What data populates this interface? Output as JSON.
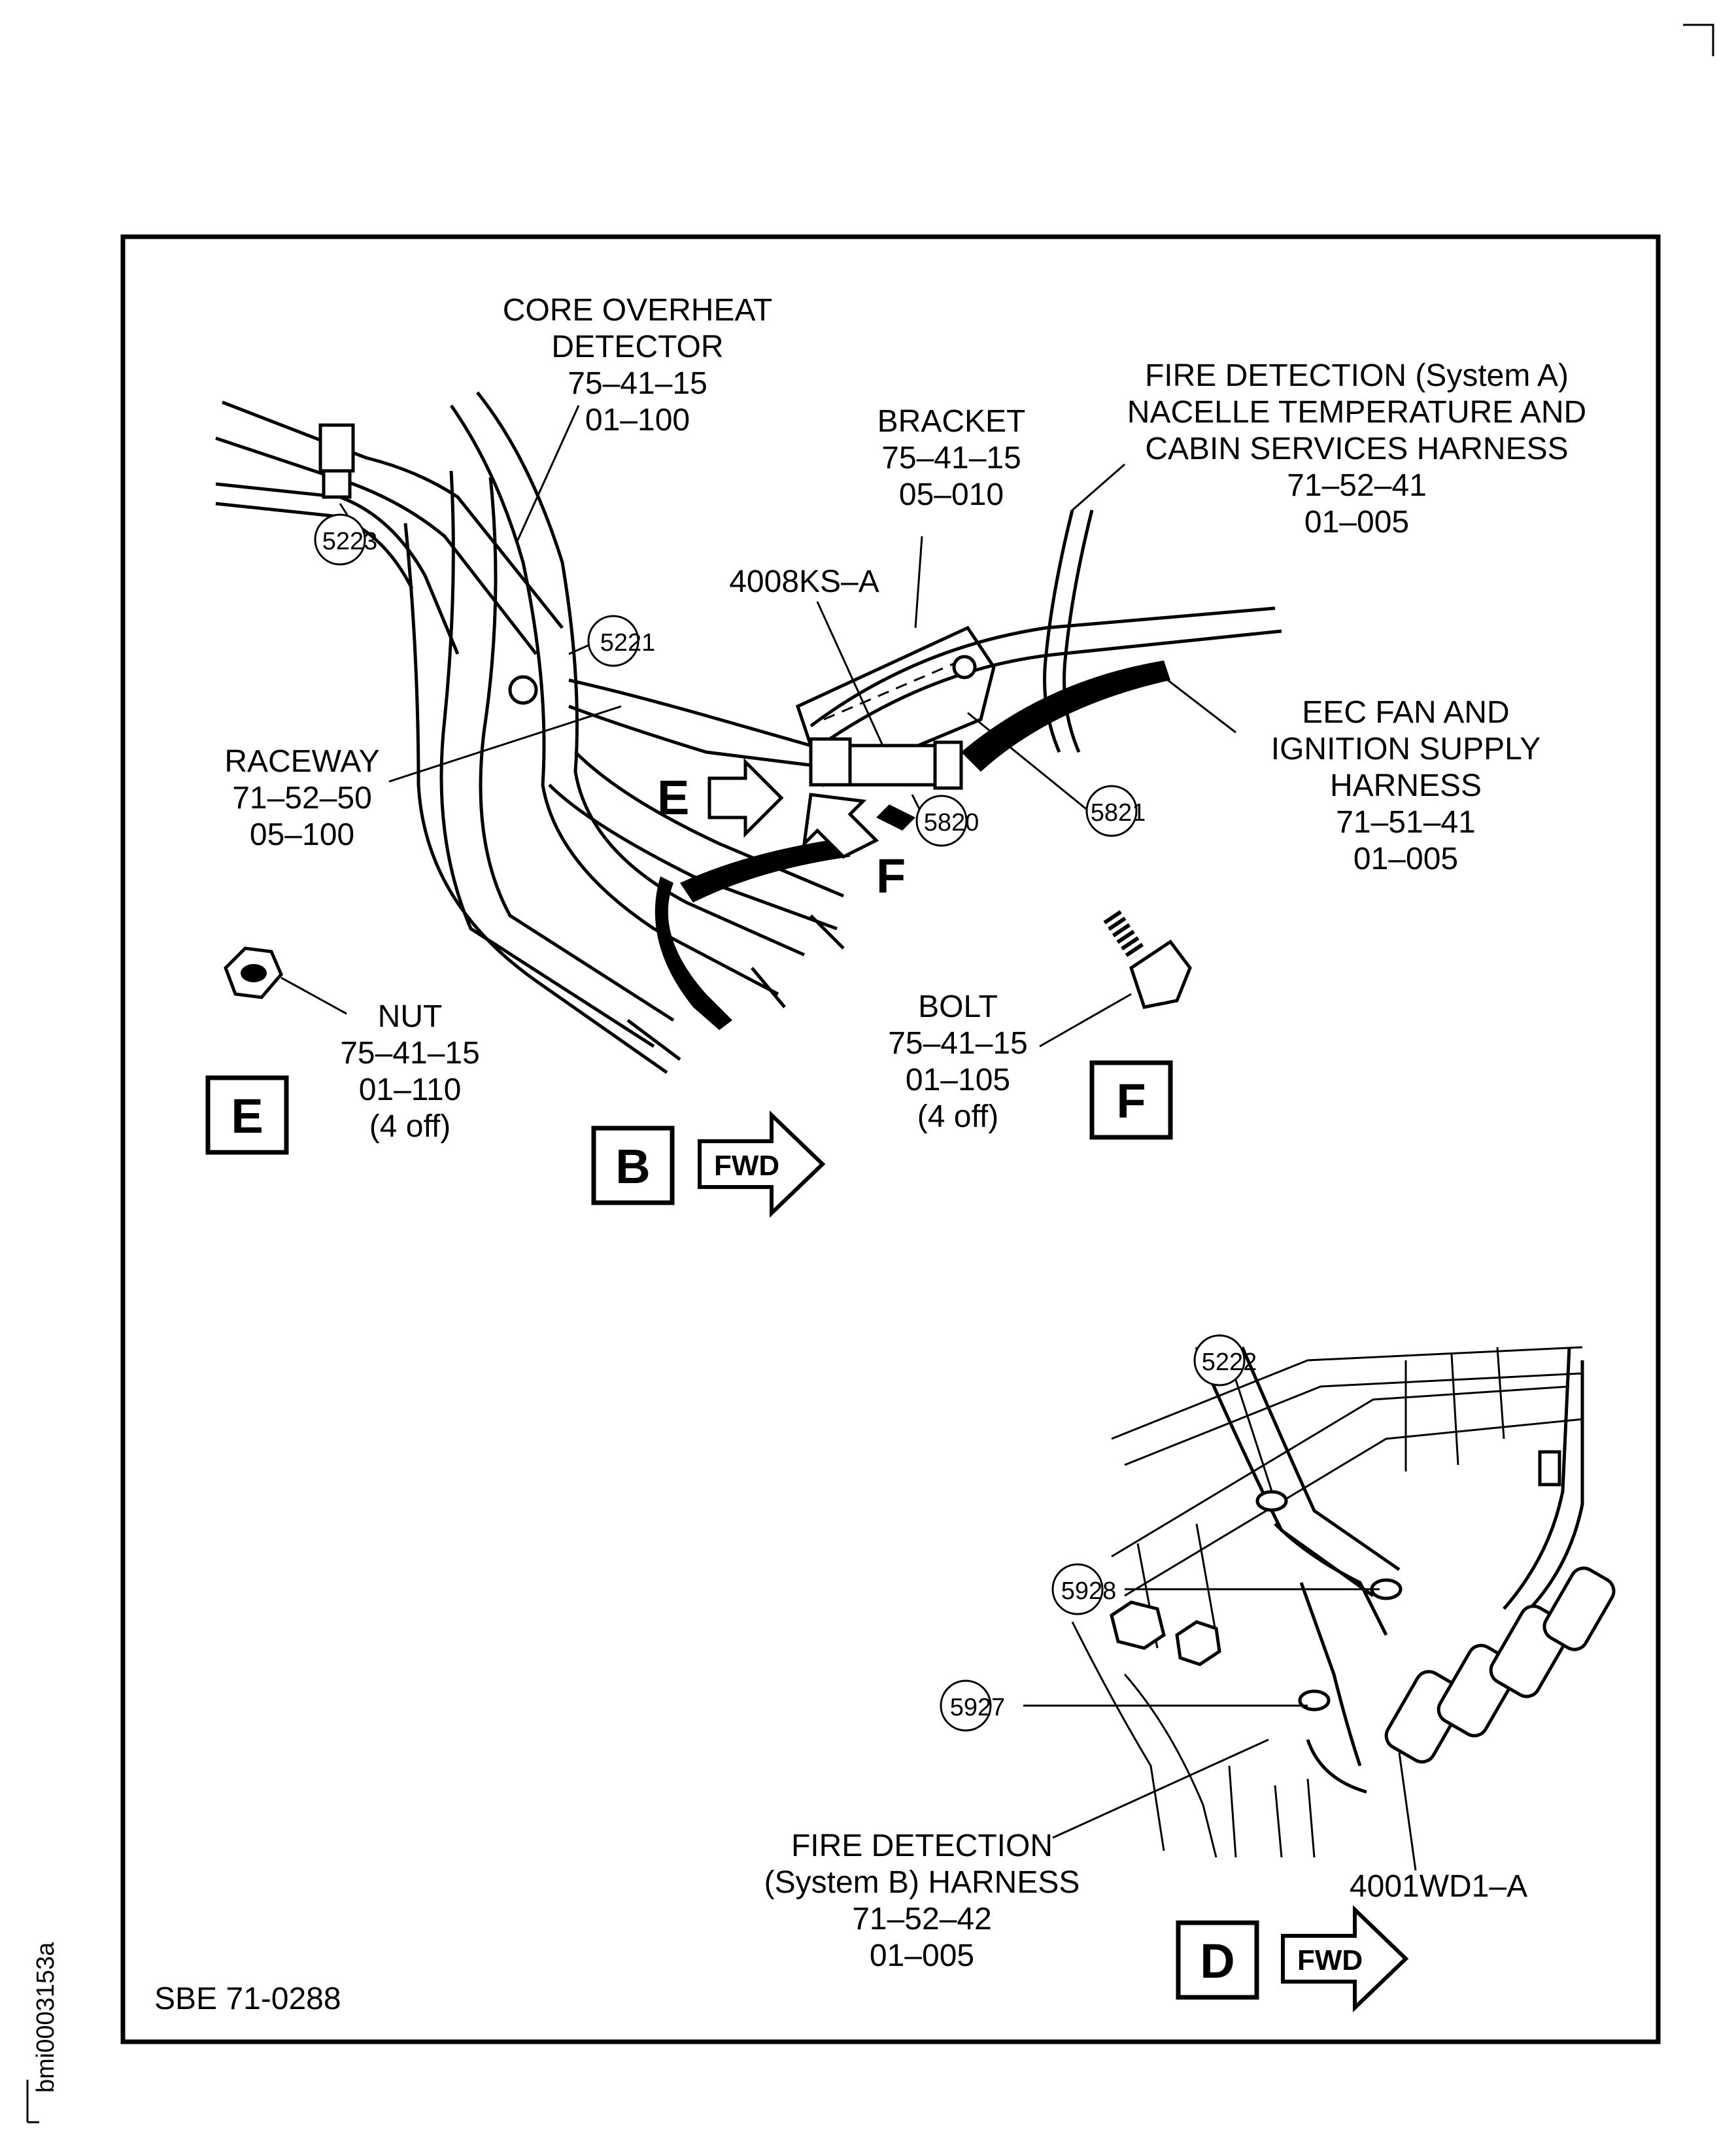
{
  "figure_id": "bmi0003153a",
  "sbe_ref": "SBE 71-0288",
  "labels": {
    "core_overheat": [
      "CORE OVERHEAT",
      "DETECTOR",
      "75–41–15",
      "01–100"
    ],
    "bracket": [
      "BRACKET",
      "75–41–15",
      "05–010"
    ],
    "fire_detection_a": [
      "FIRE DETECTION (System A)",
      "NACELLE TEMPERATURE AND",
      "CABIN SERVICES HARNESS",
      "71–52–41",
      "01–005"
    ],
    "connector_a": "4008KS–A",
    "eec_fan": [
      "EEC FAN AND",
      "IGNITION SUPPLY",
      "HARNESS",
      "71–51–41",
      "01–005"
    ],
    "raceway": [
      "RACEWAY",
      "71–52–50",
      "05–100"
    ],
    "nut": [
      "NUT",
      "75–41–15",
      "01–110",
      "(4 off)"
    ],
    "bolt": [
      "BOLT",
      "75–41–15",
      "01–105",
      "(4 off)"
    ],
    "fire_detection_b": [
      "FIRE DETECTION",
      "(System B) HARNESS",
      "71–52–42",
      "01–005"
    ],
    "connector_d": "4001WD1–A"
  },
  "callouts": {
    "c5223": "5223",
    "c5221": "5221",
    "c5820": "5820",
    "c5821": "5821",
    "c5222": "5222",
    "c5928": "5928",
    "c5927": "5927"
  },
  "view_letters": {
    "e_arrow": "E",
    "f_arrow": "F",
    "e_box": "E",
    "f_box": "F",
    "b_box": "B",
    "d_box": "D"
  },
  "fwd_label": "FWD"
}
